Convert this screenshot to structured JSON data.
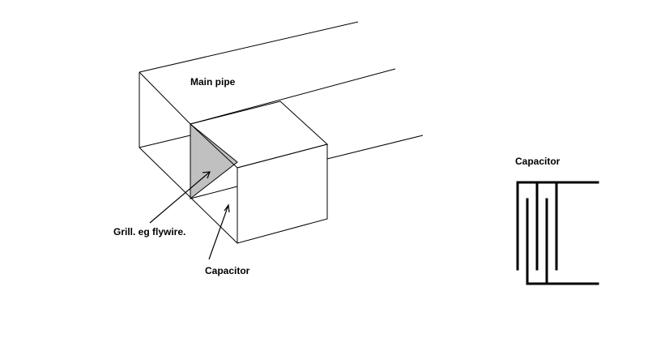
{
  "labels": {
    "main_pipe": "Main pipe",
    "grill": "Grill. eg flywire.",
    "capacitor_arrow": "Capacitor",
    "capacitor_symbol": "Capacitor"
  },
  "colors": {
    "line": "#000000",
    "grill_fill": "#c0c0c0",
    "background": "#ffffff"
  }
}
